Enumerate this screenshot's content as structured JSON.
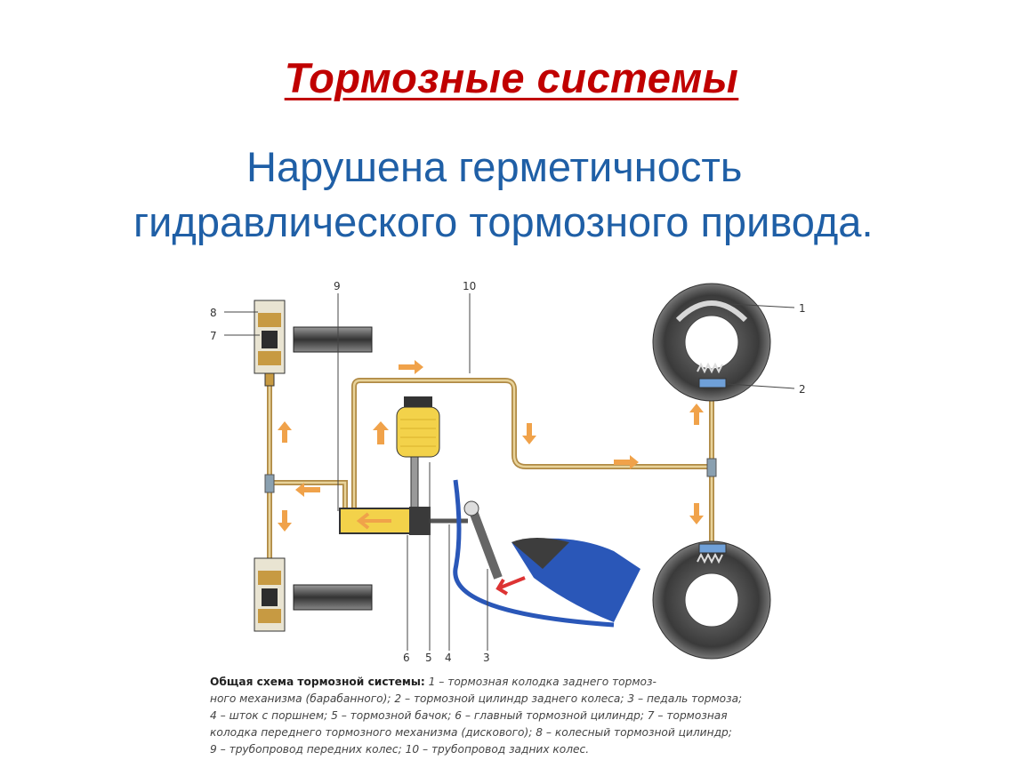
{
  "title": "Тормозные системы",
  "subtitle_line1": "Нарушена герметичность",
  "subtitle_line2": "гидравлического тормозного привода.",
  "diagram": {
    "labels": [
      "1",
      "2",
      "3",
      "4",
      "5",
      "6",
      "7",
      "8",
      "9",
      "10"
    ],
    "caption_bold": "Общая схема тормозной системы:",
    "caption_line1": " 1 – тормозная колодка заднего тормоз-",
    "caption_line2": "ного механизма (барабанного); 2 – тормозной цилиндр заднего колеса; 3 – педаль тормоза;",
    "caption_line3": "4 – шток с поршнем; 5 – тормозной бачок; 6 – главный тормозной цилиндр; 7 – тормозная",
    "caption_line4": "колодка переднего тормозного механизма (дискового); 8 – колесный тормозной цилиндр;",
    "caption_line5": "9 – трубопровод передних колес; 10 – трубопровод задних колес."
  },
  "colors": {
    "title": "#c00000",
    "subtitle": "#1f5fa6",
    "pipe": "#c8a25a",
    "fluid": "#f3d24a",
    "arrow": "#f0a24a",
    "pedal": "#2a57b8"
  }
}
